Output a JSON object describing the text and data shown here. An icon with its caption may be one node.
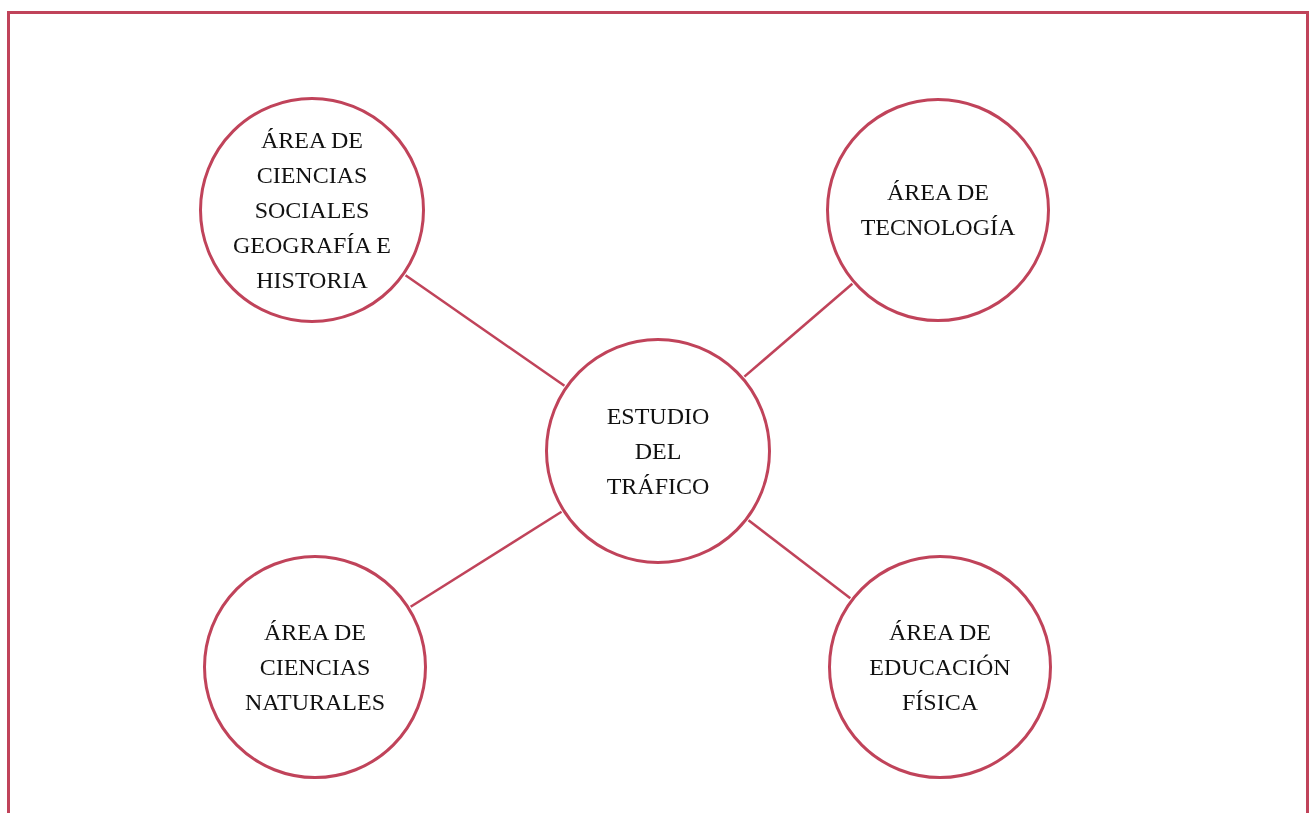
{
  "diagram": {
    "nodes": [
      {
        "text": [
          "ÁREA DE CIENCIAS SOCIALES GEOGRAFÍA E HISTORIA"
        ]
      },
      {
        "text": [
          "ÁREA DE TECNOLOGÍA"
        ]
      },
      {
        "text": [
          "ESTUDIO DEL TRÁFICO"
        ]
      },
      {
        "text": [
          "ÁREA DE CIENCIAS NATURALES"
        ]
      },
      {
        "text": [
          "ÁREA DE EDUCACIÓN FÍSICA"
        ]
      }
    ],
    "edges": [
      {
        "from": 2,
        "to": 0,
        "arrow": "none"
      },
      {
        "from": 2,
        "to": 1,
        "arrow": "none"
      },
      {
        "from": 2,
        "to": 3,
        "arrow": "none"
      },
      {
        "from": 2,
        "to": 4,
        "arrow": "none"
      }
    ]
  }
}
